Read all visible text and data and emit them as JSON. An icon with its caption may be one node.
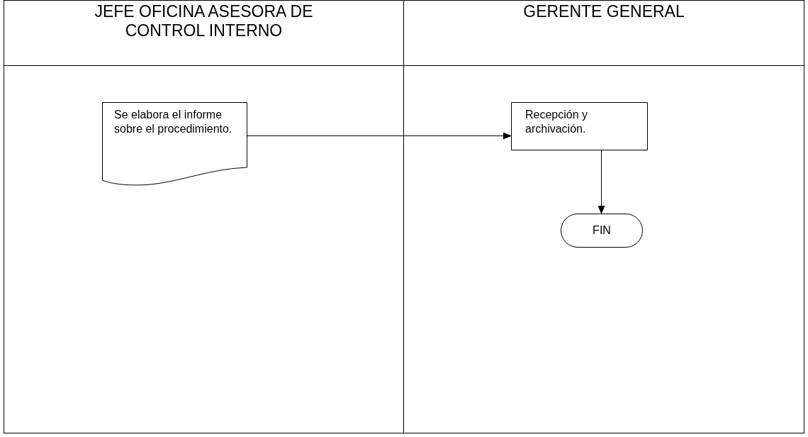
{
  "diagram": {
    "nodes": [
      {
        "text": [
          "JEFE OFICINA ASESORA DE CONTROL INTERNO"
        ]
      },
      {
        "text": [
          "GERENTE GENERAL"
        ]
      },
      {
        "text": [
          "Se elabora el informe sobre el procedimiento."
        ],
        "in": 0
      },
      {
        "text": [
          "Recepción y archivación."
        ],
        "in": 1
      },
      {
        "text": [
          "FIN"
        ],
        "in": 1
      }
    ],
    "edges": [
      {
        "from": 2,
        "to": 3,
        "arrow": "to"
      },
      {
        "from": 3,
        "to": 4,
        "arrow": "to"
      }
    ]
  }
}
